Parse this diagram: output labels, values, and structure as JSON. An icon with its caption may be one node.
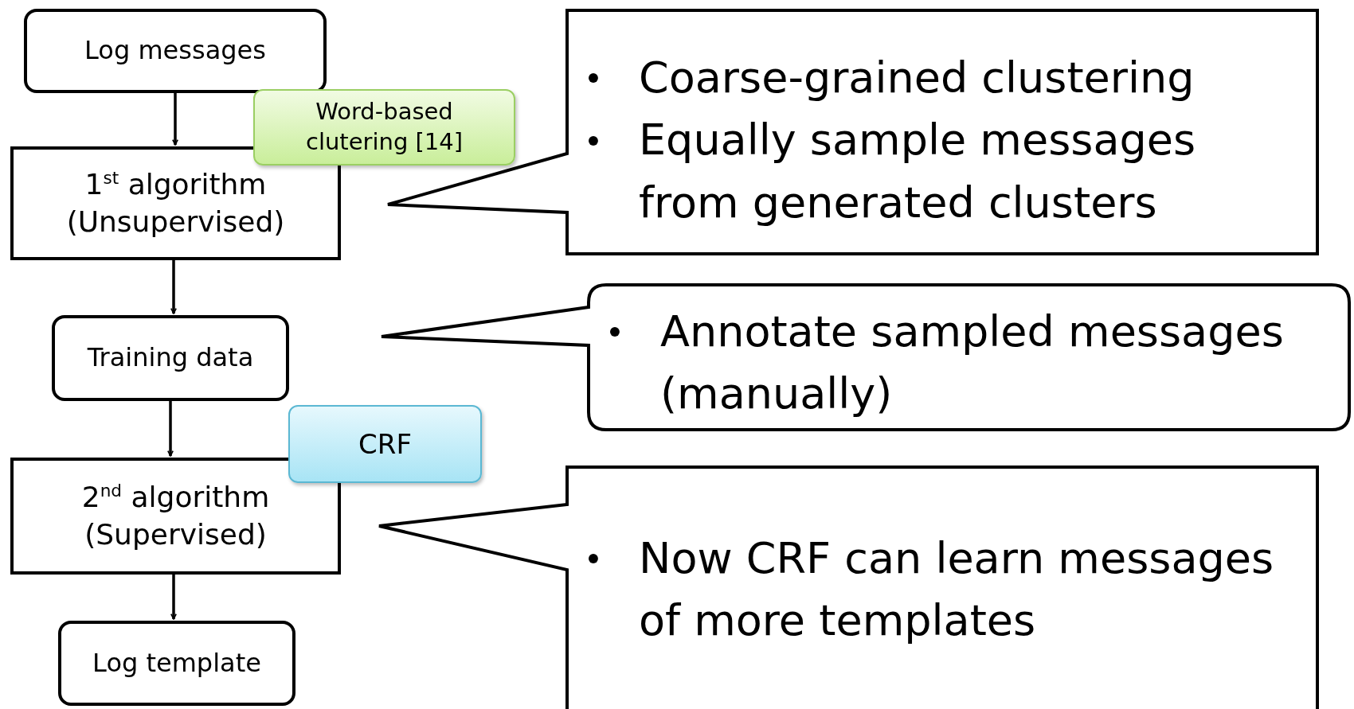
{
  "diagram": {
    "nodes": [
      {
        "text": [
          "Log messages"
        ]
      },
      {
        "text": [
          "Word-based clutering [14]"
        ]
      },
      {
        "text": [
          "1$^{st}$ algorithm (Unsupervised)"
        ]
      },
      {
        "text": [
          "Training data"
        ]
      },
      {
        "text": [
          "CRF"
        ]
      },
      {
        "text": [
          "2$^{nd}$ algorithm (Supervised)"
        ]
      },
      {
        "text": [
          "Log template"
        ]
      },
      {
        "text": [
          "Coarse-grained clustering",
          "Equally sample messages from generated clusters"
        ]
      },
      {
        "text": [
          "Annotate sampled messages (manually)"
        ]
      },
      {
        "text": [
          "Now CRF can learn messages of more templates"
        ]
      }
    ],
    "edges": [
      {
        "from": 0,
        "to": 2,
        "arrow": "to"
      },
      {
        "from": 2,
        "to": 3,
        "arrow": "to"
      },
      {
        "from": 3,
        "to": 5,
        "arrow": "to"
      },
      {
        "from": 5,
        "to": 6,
        "arrow": "to"
      }
    ]
  }
}
